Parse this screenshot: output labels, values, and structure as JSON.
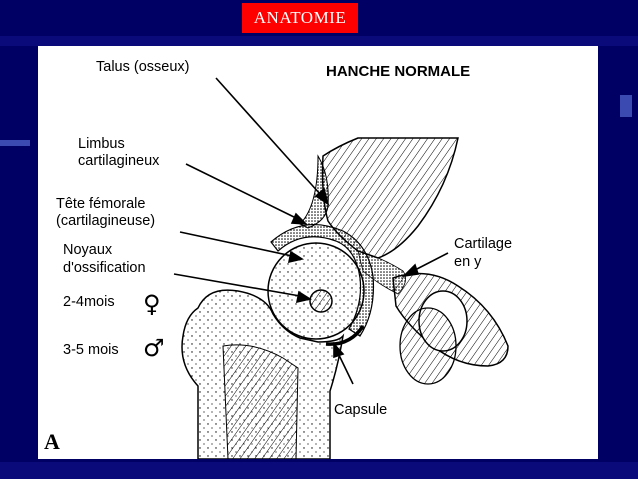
{
  "slide_title": "ANATOMIE",
  "figure": {
    "heading": "HANCHE NORMALE",
    "panel_letter": "A",
    "labels": {
      "talus": "Talus (osseux)",
      "limbus_line1": "Limbus",
      "limbus_line2": "cartilagineux",
      "tete_line1": "Tête fémorale",
      "tete_line2": "(cartilagineuse)",
      "noyaux_line1": "Noyaux",
      "noyaux_line2": "d'ossification",
      "age_female": "2-4mois",
      "age_male": "3-5 mois",
      "cartilage_line1": "Cartilage",
      "cartilage_line2": "en y",
      "capsule": "Capsule"
    },
    "symbols": {
      "female": "♀",
      "male": "♂"
    }
  },
  "colors": {
    "background": "#000064",
    "title_box": "#ff0000",
    "slide": "#ffffff"
  }
}
